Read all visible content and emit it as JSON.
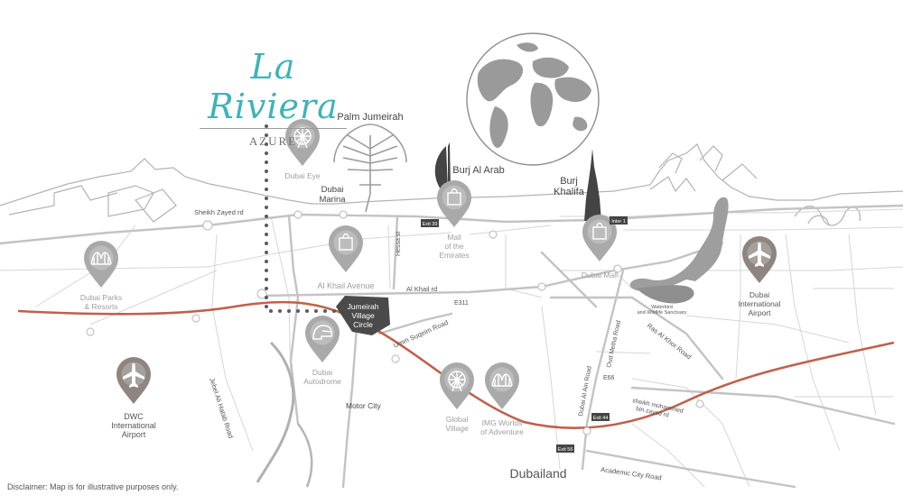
{
  "brand": {
    "title": "La Riviera",
    "subtitle": "AZURE"
  },
  "disclaimer": "Disclaimer: Map is for illustrative purposes only.",
  "colors": {
    "road": "#c9c9c9",
    "highway": "#c0604c",
    "pin": "#a9a9a9",
    "pin_dark": "#8e8580",
    "landmark": "#555555",
    "brand": "#3fb3b8"
  },
  "landmarks": {
    "palm": "Palm Jumeirah",
    "burj_al_arab": "Burj Al Arab",
    "burj_khalifa": [
      "Burj",
      "Khalifa"
    ],
    "jvc": [
      "Jumeirah",
      "Village",
      "Circle"
    ],
    "dubailand": "Dubailand",
    "motor_city": "Motor City"
  },
  "pins": [
    {
      "id": "dubai-eye",
      "label": [
        "Dubai Eye"
      ],
      "icon": "ferris-wheel-icon"
    },
    {
      "id": "mall-emirates",
      "label": [
        "Mall",
        "of the",
        "Emirates"
      ],
      "icon": "shopping-bag-icon"
    },
    {
      "id": "al-khail",
      "label": [
        "Al Khail Avenue"
      ],
      "icon": "shopping-bag-icon"
    },
    {
      "id": "dubai-mall",
      "label": [
        "Dubai Mall"
      ],
      "icon": "shopping-bag-icon"
    },
    {
      "id": "dubai-parks",
      "label": [
        "Dubai Parks",
        "& Resorts"
      ],
      "icon": "roller-coaster-icon"
    },
    {
      "id": "dubai-airport",
      "label": [
        "Dubai",
        "International",
        "Airport"
      ],
      "icon": "airplane-icon"
    },
    {
      "id": "autodrome",
      "label": [
        "Dubai",
        "Autodrome"
      ],
      "icon": "race-helmet-icon"
    },
    {
      "id": "dwc-airport",
      "label": [
        "DWC",
        "International",
        "Airport"
      ],
      "icon": "airplane-icon"
    },
    {
      "id": "global-village",
      "label": [
        "Global",
        "Village"
      ],
      "icon": "ferris-wheel-icon"
    },
    {
      "id": "img-worlds",
      "label": [
        "IMG Worlds",
        "of Adventure"
      ],
      "icon": "roller-coaster-icon"
    }
  ],
  "roads": {
    "sheikh_zayed": "Sheikh Zayed rd",
    "dubai_marina": [
      "Dubai",
      "Marina"
    ],
    "hessa": "Hessa st",
    "al_khail": "Al Khail rd",
    "e311": "E311",
    "umm_suqeim": "Umm Suqeim Road",
    "jebel_ali": "Jebel Ali Hatab Road",
    "oud_metha": "Oud Metha Road",
    "ras_al_khor": "Ras Al Khor Road",
    "e66": "E66",
    "dubai_al_ain": "Dubai Al Ain Road",
    "mohammed_bin_zayed": [
      "sheikh mohammed",
      "bin zayed rd"
    ],
    "academic_city": "Academic City Road",
    "waterbird": [
      "Waterbird",
      "and Wildlife Sanctuary"
    ],
    "exit_39": "Exit 39",
    "exit_1": "Inter 1",
    "exit_44": "Exit 44",
    "exit_56": "Exit 56"
  }
}
